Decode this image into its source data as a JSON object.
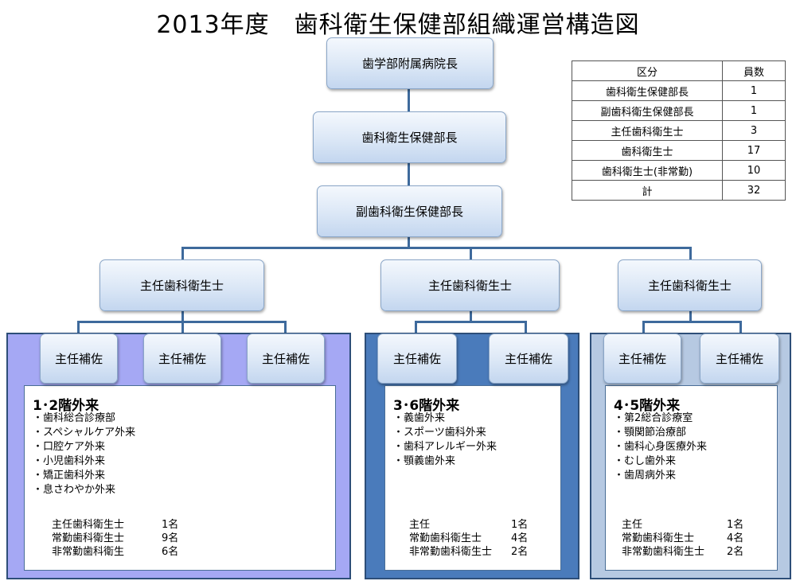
{
  "title": "2013年度　歯科衛生保健部組織運営構造図",
  "top": {
    "director": "歯学部附属病院長",
    "head": "歯科衛生保健部長",
    "vice_head": "副歯科衛生保健部長"
  },
  "summary": {
    "headers": [
      "区分",
      "員数"
    ],
    "rows": [
      [
        "歯科衛生保健部長",
        "1"
      ],
      [
        "副歯科衛生保健部長",
        "1"
      ],
      [
        "主任歯科衛生士",
        "3"
      ],
      [
        "歯科衛生士",
        "17"
      ],
      [
        "歯科衛生士(非常勤)",
        "10"
      ],
      [
        "計",
        "32"
      ]
    ]
  },
  "groups": [
    {
      "leader": "主任歯科衛生士",
      "assistants": [
        "主任補佐",
        "主任補佐",
        "主任補佐"
      ],
      "floor": "1･2階外来",
      "clinics": [
        "歯科総合診療部",
        "スペシャルケア外来",
        "口腔ケア外来",
        "小児歯科外来",
        "矯正歯科外来",
        "息さわやか外来"
      ],
      "staff": [
        {
          "role": "主任歯科衛生士",
          "count": "1名"
        },
        {
          "role": "常勤歯科衛生士",
          "count": "9名"
        },
        {
          "role": "非常勤歯科衛生",
          "count": "6名"
        }
      ],
      "panel_color": "#a5a8f4"
    },
    {
      "leader": "主任歯科衛生士",
      "assistants": [
        "主任補佐",
        "主任補佐"
      ],
      "floor": "3･6階外来",
      "clinics": [
        "義歯外来",
        "スポーツ歯科外来",
        "歯科アレルギー外来",
        "顎義歯外来"
      ],
      "staff": [
        {
          "role": "主任",
          "count": "1名"
        },
        {
          "role": "常勤歯科衛生士",
          "count": "4名"
        },
        {
          "role": "非常勤歯科衛生士",
          "count": "2名"
        }
      ],
      "panel_color": "#4a7bbb"
    },
    {
      "leader": "主任歯科衛生士",
      "assistants": [
        "主任補佐",
        "主任補佐"
      ],
      "floor": "4･5階外来",
      "clinics": [
        "第2総合診療室",
        "顎関節治療部",
        "歯科心身医療外来",
        "むし歯外来",
        "歯周病外来"
      ],
      "staff": [
        {
          "role": "主任",
          "count": "1名"
        },
        {
          "role": "常勤歯科衛生士",
          "count": "4名"
        },
        {
          "role": "非常勤歯科衛生士",
          "count": "2名"
        }
      ],
      "panel_color": "#b6c9e2"
    }
  ]
}
